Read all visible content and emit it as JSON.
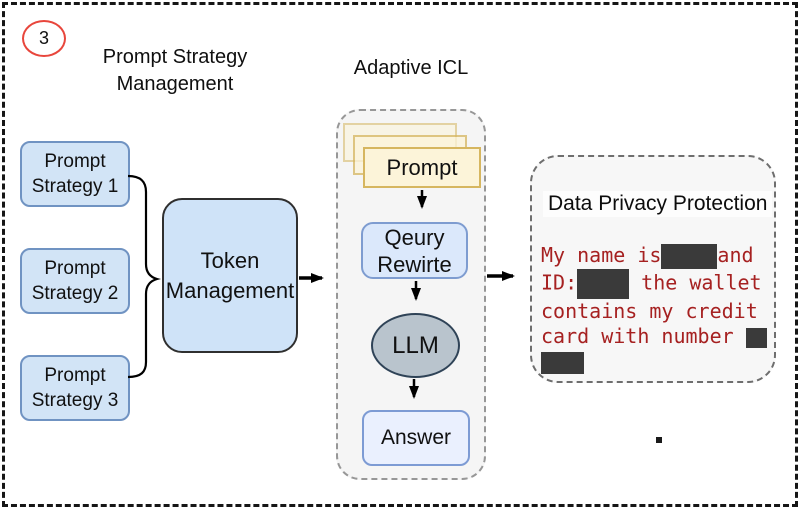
{
  "badge": {
    "number": "3"
  },
  "headings": {
    "left": "Prompt Strategy Management",
    "icl": "Adaptive ICL"
  },
  "nodes": {
    "strategy1": "Prompt Strategy 1",
    "strategy2": "Prompt Strategy 2",
    "strategy3": "Prompt Strategy 3",
    "token": "Token Management",
    "prompt_card": "Prompt",
    "query_rewrite": "Qeury Rewirte",
    "llm": "LLM",
    "answer": "Answer"
  },
  "privacy": {
    "title": "Data Privacy Protection",
    "line1_before": "My name is",
    "line1_after": "and",
    "line2_before": "ID:",
    "line2_after": " the wallet",
    "line3": "contains my credit",
    "line4": "card with number "
  },
  "colors": {
    "badge_red": "#e8463c",
    "node_blue_fill": "#d2e4f6",
    "node_blue_border": "#7093c2",
    "token_fill": "#cfe3f8",
    "token_border": "#2f2f2f",
    "card_yellow_fill": "#fcf4d9",
    "card_yellow_border": "#d6b65f",
    "llm_fill": "#b9c4cd",
    "llm_border": "#2f4357",
    "answer_fill": "#eaf0fe",
    "container_gray_fill": "#f5f5f5",
    "privacy_text_red": "#a62121",
    "redaction_dark": "#3a3a3a",
    "arrow_black": "#000000"
  }
}
